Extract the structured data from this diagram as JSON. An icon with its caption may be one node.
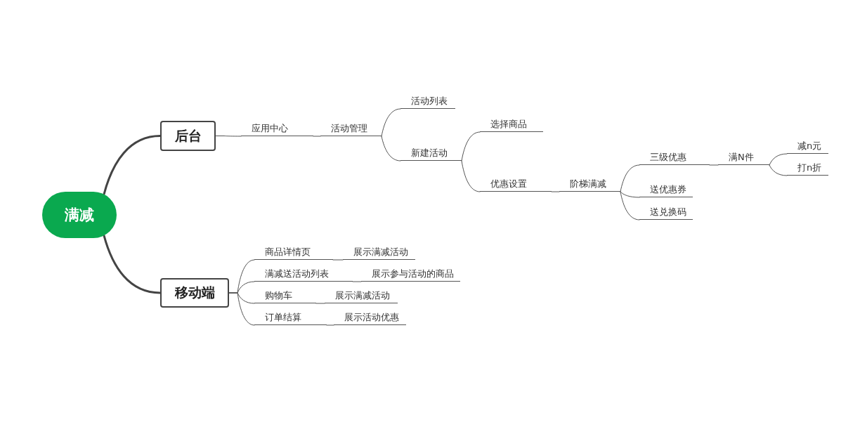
{
  "diagram": {
    "nodes": [
      {
        "text": [
          "满减"
        ]
      },
      {
        "text": [
          "后台"
        ]
      },
      {
        "text": [
          "应用中心"
        ]
      },
      {
        "text": [
          "活动管理"
        ]
      },
      {
        "text": [
          "活动列表"
        ]
      },
      {
        "text": [
          "新建活动"
        ]
      },
      {
        "text": [
          "选择商品"
        ]
      },
      {
        "text": [
          "优惠设置"
        ]
      },
      {
        "text": [
          "阶梯满减"
        ]
      },
      {
        "text": [
          "三级优惠"
        ]
      },
      {
        "text": [
          "满N件"
        ]
      },
      {
        "text": [
          "减n元"
        ]
      },
      {
        "text": [
          "打n折"
        ]
      },
      {
        "text": [
          "送优惠券"
        ]
      },
      {
        "text": [
          "送兑换码"
        ]
      },
      {
        "text": [
          "移动端"
        ]
      },
      {
        "text": [
          "商品详情页"
        ]
      },
      {
        "text": [
          "展示满减活动"
        ]
      },
      {
        "text": [
          "满减送活动列表"
        ]
      },
      {
        "text": [
          "展示参与活动的商品"
        ]
      },
      {
        "text": [
          "购物车"
        ]
      },
      {
        "text": [
          "展示满减活动"
        ]
      },
      {
        "text": [
          "订单结算"
        ]
      },
      {
        "text": [
          "展示活动优惠"
        ]
      }
    ],
    "edges": [
      {
        "from": 0,
        "to": 1,
        "arrow": "none",
        "style": "thick"
      },
      {
        "from": 1,
        "to": 2,
        "arrow": "none"
      },
      {
        "from": 2,
        "to": 3,
        "arrow": "none"
      },
      {
        "from": 3,
        "to": 4,
        "arrow": "none"
      },
      {
        "from": 3,
        "to": 5,
        "arrow": "none"
      },
      {
        "from": 5,
        "to": 6,
        "arrow": "none"
      },
      {
        "from": 5,
        "to": 7,
        "arrow": "none"
      },
      {
        "from": 7,
        "to": 8,
        "arrow": "none"
      },
      {
        "from": 8,
        "to": 9,
        "arrow": "none"
      },
      {
        "from": 9,
        "to": 10,
        "arrow": "none"
      },
      {
        "from": 10,
        "to": 11,
        "arrow": "none"
      },
      {
        "from": 10,
        "to": 12,
        "arrow": "none"
      },
      {
        "from": 8,
        "to": 13,
        "arrow": "none"
      },
      {
        "from": 8,
        "to": 14,
        "arrow": "none"
      },
      {
        "from": 0,
        "to": 15,
        "arrow": "none",
        "style": "thick"
      },
      {
        "from": 15,
        "to": 16,
        "arrow": "none"
      },
      {
        "from": 16,
        "to": 17,
        "arrow": "none"
      },
      {
        "from": 15,
        "to": 18,
        "arrow": "none"
      },
      {
        "from": 18,
        "to": 19,
        "arrow": "none"
      },
      {
        "from": 15,
        "to": 20,
        "arrow": "none"
      },
      {
        "from": 20,
        "to": 21,
        "arrow": "none"
      },
      {
        "from": 15,
        "to": 22,
        "arrow": "none"
      },
      {
        "from": 22,
        "to": 23,
        "arrow": "none"
      }
    ]
  }
}
